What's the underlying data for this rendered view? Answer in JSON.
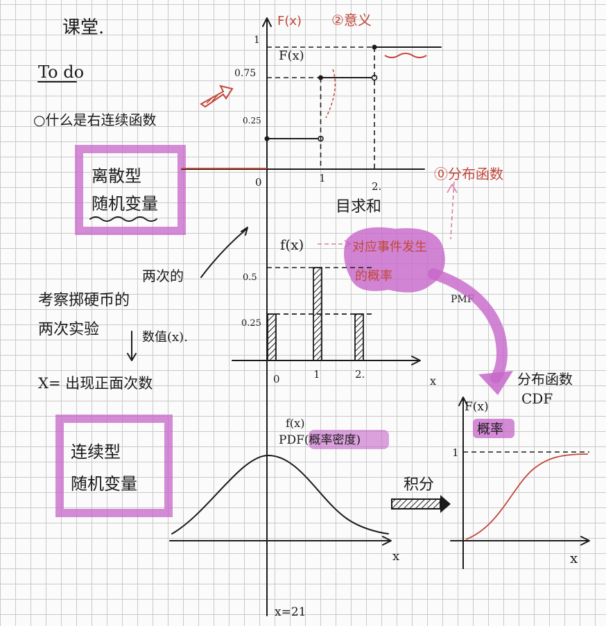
{
  "notes": {
    "title": "课堂.",
    "todo": "To do",
    "question": "○什么是右连续函数",
    "discrete_box": [
      "离散型",
      "随机变量"
    ],
    "continuous_box": [
      "连续型",
      "随机变量"
    ],
    "experiment": [
      "考察掷硬币的",
      "两次实验"
    ],
    "two_times": "两次的",
    "values": "数值(x).",
    "x_def": "X= 出现正面次数"
  },
  "cdf_chart": {
    "y_label": "F(x)",
    "y_label2": "F(x)",
    "y_ticks": [
      "1",
      "0.75",
      "0.25"
    ],
    "x_ticks": [
      "0",
      "1",
      "2."
    ],
    "note_meaning": "②意义",
    "note_cdf": "⓪分布函数",
    "sum_label": "目求和"
  },
  "pmf_chart": {
    "y_label": "f(x)",
    "y_ticks": [
      "0.5",
      "0.25"
    ],
    "x_ticks": [
      "0",
      "1",
      "2."
    ],
    "x_axis": "x",
    "note_prob": [
      "对应事件发生",
      "的概率"
    ],
    "pmf_label": "PMF"
  },
  "pdf_chart": {
    "y_label": "f(x)",
    "pdf_label": "PDF(概率密度)",
    "x_axis": "x",
    "x_eq": "x=21",
    "integral": "积分"
  },
  "cdf2": {
    "label": [
      "分布函数",
      "CDF"
    ],
    "y_label": "F(x)",
    "prob": "概率",
    "y_tick": "1",
    "x_axis": "x"
  },
  "chart_data": [
    {
      "type": "line",
      "step": true,
      "x": [
        0,
        1,
        2
      ],
      "y": [
        0.25,
        0.75,
        1
      ],
      "ylabel": "F(x)",
      "ytick_labels": [
        "0.25",
        "0.75",
        "1"
      ],
      "xtick_labels": [
        "0",
        "1",
        "2."
      ]
    },
    {
      "type": "bar",
      "categories": [
        "0",
        "1",
        "2."
      ],
      "values": [
        0.25,
        0.5,
        0.25
      ],
      "ylabel": "f(x)",
      "xlabel": "x"
    }
  ],
  "colors": {
    "ink": "#1a1a1a",
    "red_ink": "#c0473a",
    "highlight": "#c766c9",
    "grid": "#c9c9c9"
  }
}
